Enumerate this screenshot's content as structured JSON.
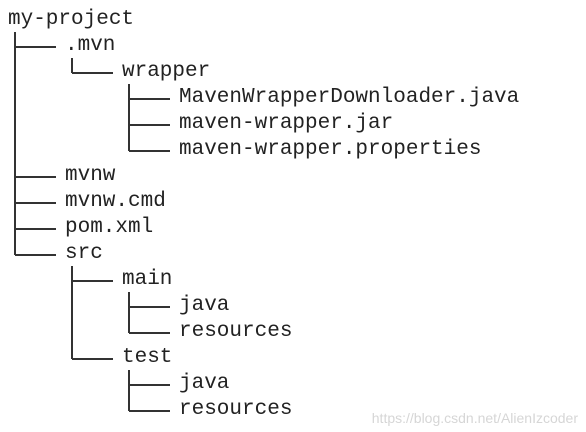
{
  "tree": {
    "root": "my-project",
    "nodes": [
      {
        "label": ".mvn",
        "depth": 1,
        "children": [
          {
            "label": "wrapper",
            "depth": 2,
            "children": [
              {
                "label": "MavenWrapperDownloader.java",
                "depth": 3
              },
              {
                "label": "maven-wrapper.jar",
                "depth": 3
              },
              {
                "label": "maven-wrapper.properties",
                "depth": 3
              }
            ]
          }
        ]
      },
      {
        "label": "mvnw",
        "depth": 1
      },
      {
        "label": "mvnw.cmd",
        "depth": 1
      },
      {
        "label": "pom.xml",
        "depth": 1
      },
      {
        "label": "src",
        "depth": 1,
        "children": [
          {
            "label": "main",
            "depth": 2,
            "children": [
              {
                "label": "java",
                "depth": 3
              },
              {
                "label": "resources",
                "depth": 3
              }
            ]
          },
          {
            "label": "test",
            "depth": 2,
            "children": [
              {
                "label": "java",
                "depth": 3
              },
              {
                "label": "resources",
                "depth": 3
              }
            ]
          }
        ]
      }
    ]
  },
  "watermark": "https://blog.csdn.net/AlienIzcoder",
  "colors": {
    "text": "#222222",
    "connector": "#333333",
    "watermark": "#d6d6d6",
    "background": "#ffffff"
  }
}
